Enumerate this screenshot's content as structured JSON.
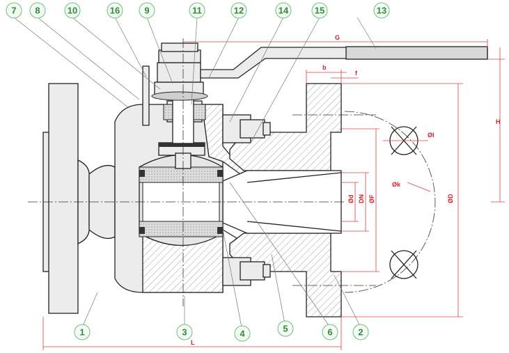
{
  "title": "",
  "callouts": [
    {
      "id": "c7",
      "label": "7"
    },
    {
      "id": "c8",
      "label": "8"
    },
    {
      "id": "c10",
      "label": "10"
    },
    {
      "id": "c16",
      "label": "16"
    },
    {
      "id": "c9",
      "label": "9"
    },
    {
      "id": "c11",
      "label": "11"
    },
    {
      "id": "c12",
      "label": "12"
    },
    {
      "id": "c14",
      "label": "14"
    },
    {
      "id": "c15",
      "label": "15"
    },
    {
      "id": "c13",
      "label": "13"
    },
    {
      "id": "c1",
      "label": "1"
    },
    {
      "id": "c3",
      "label": "3"
    },
    {
      "id": "c4",
      "label": "4"
    },
    {
      "id": "c5",
      "label": "5"
    },
    {
      "id": "c6",
      "label": "6"
    },
    {
      "id": "c2",
      "label": "2"
    }
  ],
  "dimensions": {
    "G": "G",
    "b": "b",
    "f": "f",
    "H": "H",
    "I": "ØI",
    "k": "Øk",
    "d": "Ød",
    "DN": "DN",
    "F": "ØF",
    "D": "ØD",
    "L": "L"
  },
  "colors": {
    "callout_text": "#2e8b3c",
    "callout_ring": "#6ec07a",
    "dimension": "#d2222d",
    "outline": "#222222"
  }
}
